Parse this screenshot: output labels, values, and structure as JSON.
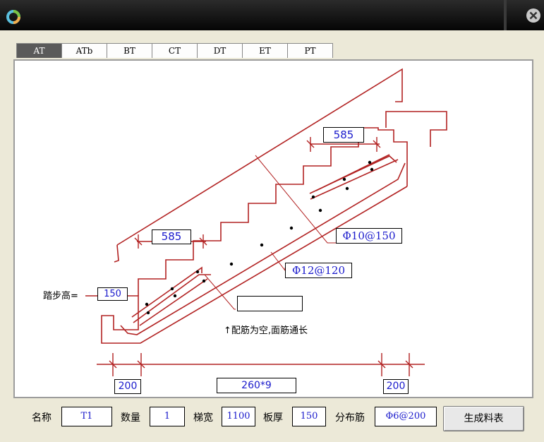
{
  "tabs": [
    "AT",
    "ATb",
    "BT",
    "CT",
    "DT",
    "ET",
    "PT"
  ],
  "active_tab": "AT",
  "drawing": {
    "dim_top": "585",
    "dim_mid": "585",
    "rebar_top": "Φ10@150",
    "rebar_mid": "Φ12@120",
    "step_height_label": "踏步高=",
    "step_height_value": "150",
    "empty_box_value": "",
    "note": "↑配筋为空,面筋通长",
    "dim_left": "200",
    "dim_center": "260*9",
    "dim_right": "200"
  },
  "form": {
    "name_label": "名称",
    "name_value": "T1",
    "qty_label": "数量",
    "qty_value": "1",
    "width_label": "梯宽",
    "width_value": "1100",
    "thickness_label": "板厚",
    "thickness_value": "150",
    "dist_label": "分布筋",
    "dist_value": "Φ6@200",
    "generate_button": "生成料表"
  },
  "colors": {
    "line_red": "#b22222",
    "text_blue": "#1a1acc",
    "active_tab": "#5a5a5a"
  }
}
